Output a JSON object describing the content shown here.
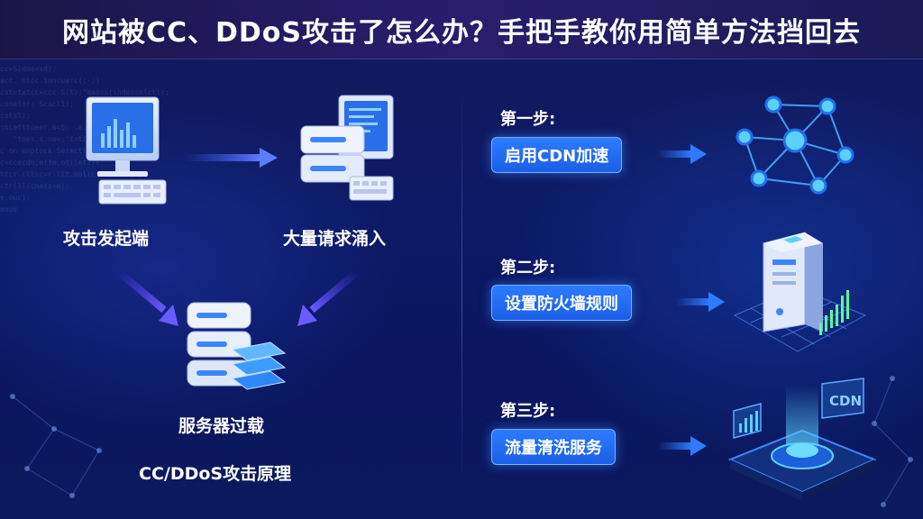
{
  "title": "网站被CC、DDoS攻击了怎么办？手把手教你用简单方法挡回去",
  "left": {
    "attacker_label": "攻击发起端",
    "flood_label": "大量请求涌入",
    "server_label": "服务器过载",
    "caption": "CC/DDoS攻击原理"
  },
  "steps": [
    {
      "head": "第一步:",
      "action": "启用CDN加速",
      "icon": "network-nodes-icon"
    },
    {
      "head": "第二步:",
      "action": "设置防火墙规则",
      "icon": "firewall-server-icon"
    },
    {
      "head": "第三步:",
      "action": "流量清洗服务",
      "icon": "traffic-cleaning-platform-icon"
    }
  ],
  "cdn_badge": "CDN",
  "colors": {
    "accent": "#2e7bff",
    "title_bg": "#22195e",
    "bg": "#0c1a66"
  }
}
